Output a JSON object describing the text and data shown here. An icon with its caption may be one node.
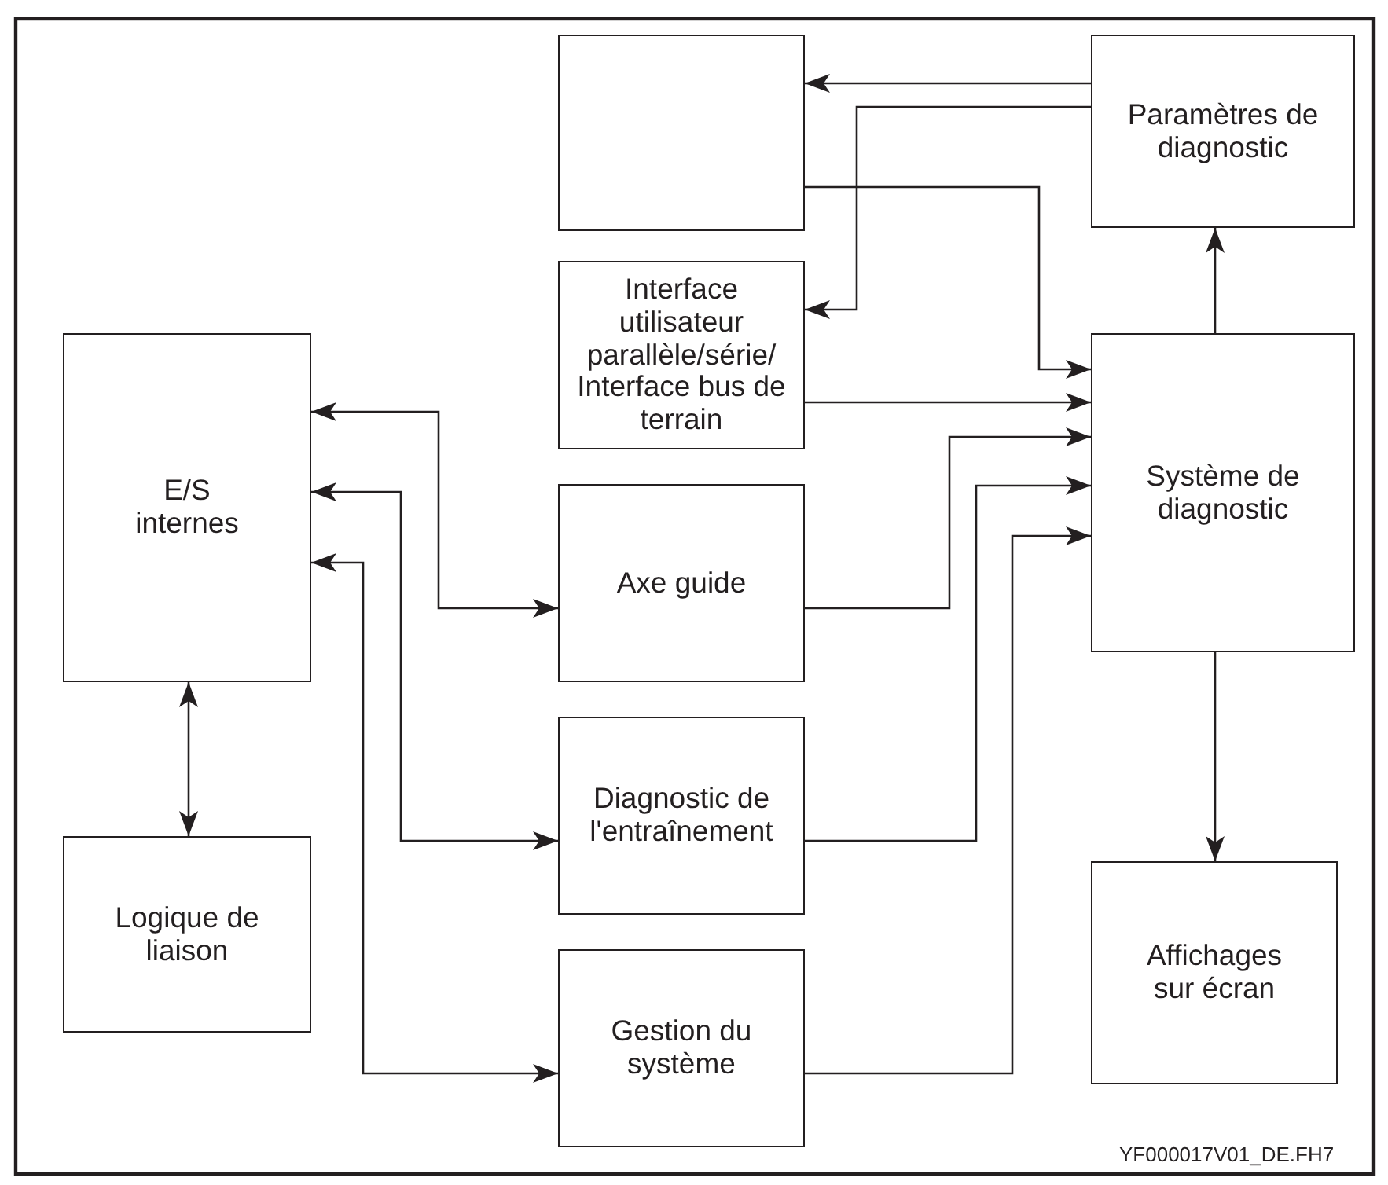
{
  "diagram": {
    "nodes": [
      {
        "text": [],
        "shape": "box"
      },
      {
        "text": [
          "Paramètres de diagnostic"
        ]
      },
      {
        "text": [
          "Interface utilisateur parallèle/série/ Interface bus de terrain"
        ]
      },
      {
        "text": [
          "E/S internes"
        ]
      },
      {
        "text": [
          "Axe guide"
        ]
      },
      {
        "text": [
          "Système de diagnostic"
        ]
      },
      {
        "text": [
          "Logique de liaison"
        ]
      },
      {
        "text": [
          "Diagnostic de l'entraînement"
        ]
      },
      {
        "text": [
          "Affichages sur écran"
        ]
      },
      {
        "text": [
          "Gestion du système"
        ]
      }
    ],
    "edges": [
      {
        "from": 1,
        "to": 0,
        "arrow": "to"
      },
      {
        "from": 1,
        "to": 2,
        "arrow": "to"
      },
      {
        "from": 0,
        "to": 5,
        "arrow": "to"
      },
      {
        "from": 2,
        "to": 5,
        "arrow": "to"
      },
      {
        "from": 3,
        "to": 4,
        "arrow": "both"
      },
      {
        "from": 4,
        "to": 5,
        "arrow": "to"
      },
      {
        "from": 5,
        "to": 1,
        "arrow": "to"
      },
      {
        "from": 3,
        "to": 7,
        "arrow": "both"
      },
      {
        "from": 7,
        "to": 5,
        "arrow": "to"
      },
      {
        "from": 3,
        "to": 9,
        "arrow": "both"
      },
      {
        "from": 9,
        "to": 5,
        "arrow": "to"
      },
      {
        "from": 3,
        "to": 6,
        "arrow": "both"
      },
      {
        "from": 5,
        "to": 8,
        "arrow": "to"
      }
    ],
    "labels": [
      "YF000017V01_DE.FH7"
    ]
  }
}
